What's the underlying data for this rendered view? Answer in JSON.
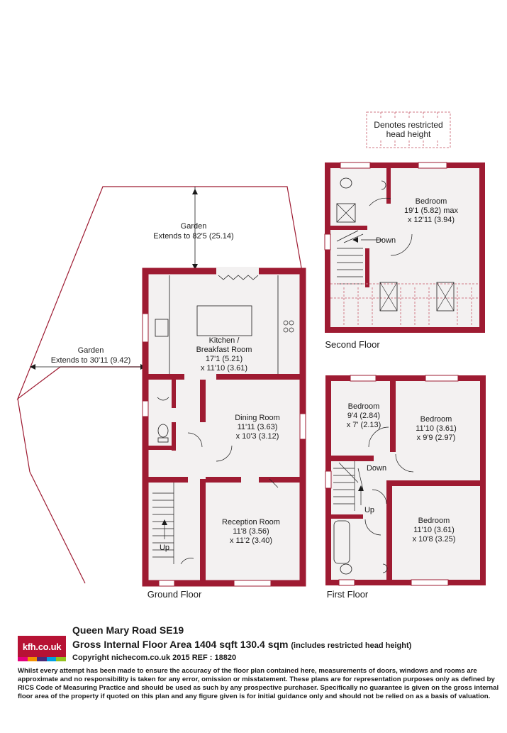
{
  "legend": {
    "line1": "Denotes restricted",
    "line2": "head height"
  },
  "colors": {
    "wall": "#9e1b32",
    "floor": "#f3f1f1",
    "restricted": "#d27a86",
    "text": "#1a1a1a"
  },
  "garden_rear": {
    "name": "Garden",
    "dimension": "Extends to 82'5 (25.14)"
  },
  "garden_side": {
    "name": "Garden",
    "dimension": "Extends to 30'11 (9.42)"
  },
  "ground_floor": {
    "label": "Ground Floor",
    "kitchen": {
      "name1": "Kitchen /",
      "name2": "Breakfast Room",
      "dim1": "17'1 (5.21)",
      "dim2": "x 11'10 (3.61)"
    },
    "dining": {
      "name": "Dining Room",
      "dim1": "11'11 (3.63)",
      "dim2": "x 10'3 (3.12)"
    },
    "reception": {
      "name": "Reception Room",
      "dim1": "11'8 (3.56)",
      "dim2": "x 11'2 (3.40)"
    },
    "stairs": "Up"
  },
  "second_floor": {
    "label": "Second Floor",
    "bedroom": {
      "name": "Bedroom",
      "dim1": "19'1 (5.82) max",
      "dim2": "x 12'11 (3.94)"
    },
    "stairs": "Down"
  },
  "first_floor": {
    "label": "First Floor",
    "bedroom_small": {
      "name": "Bedroom",
      "dim1": "9'4 (2.84)",
      "dim2": "x 7' (2.13)"
    },
    "bedroom_mid": {
      "name": "Bedroom",
      "dim1": "11'10 (3.61)",
      "dim2": "x 9'9 (2.97)"
    },
    "bedroom_large": {
      "name": "Bedroom",
      "dim1": "11'10 (3.61)",
      "dim2": "x 10'8 (3.25)"
    },
    "stairs_down": "Down",
    "stairs_up": "Up"
  },
  "footer": {
    "logo": "kfh.co.uk",
    "logo_colors": [
      "#e4007c",
      "#f39200",
      "#4a2a7a",
      "#009fe3",
      "#95c11f"
    ],
    "address": "Queen Mary Road   SE19",
    "area": "Gross Internal Floor Area 1404 sqft 130.4 sqm",
    "area_note": "(includes restricted head height)",
    "copyright": "Copyright nichecom.co.uk 2015 REF : 18820",
    "disclaimer": "Whilst every attempt has been made to ensure the accuracy of the floor plan contained here, measurements of doors, windows and rooms are approximate and no responsibility is taken for any error, omission or misstatement.  These plans are for representation purposes only as defined by RICS Code of Measuring Practice and should be used as such by any prospective purchaser.  Specifically no guarantee is given on the gross internal floor area of the property if quoted on this plan and any figure given is for initial guidance only and should not be relied on as a basis of valuation."
  }
}
